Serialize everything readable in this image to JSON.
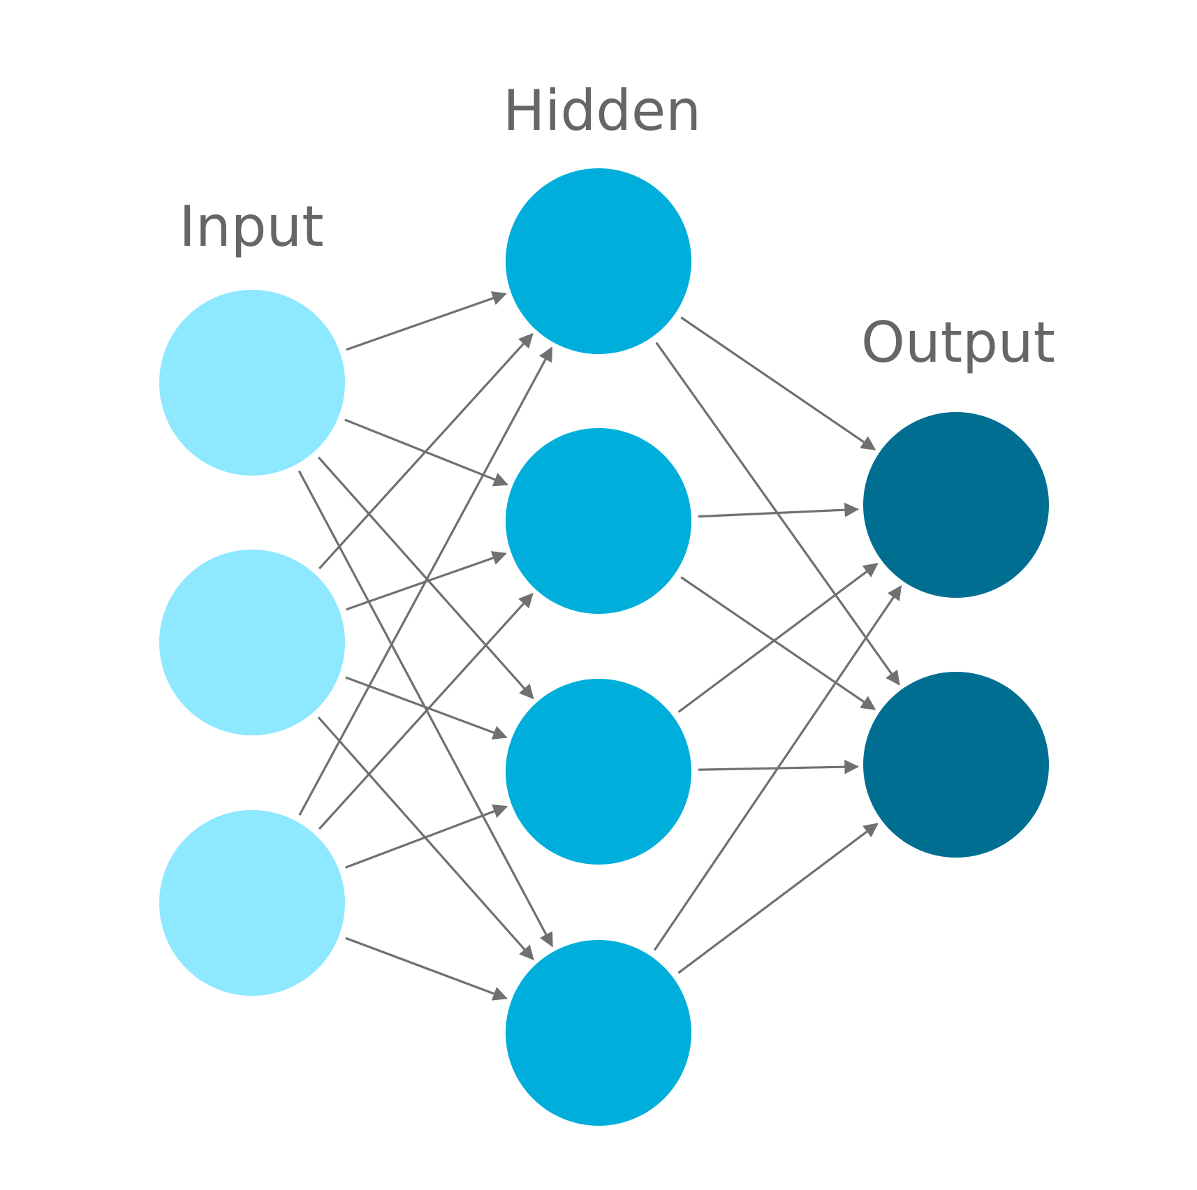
{
  "labels": {
    "input": "Input",
    "hidden": "Hidden",
    "output": "Output"
  },
  "layers": [
    {
      "key": "input",
      "node_count": 3,
      "color": "#8ee8ff"
    },
    {
      "key": "hidden",
      "node_count": 4,
      "color": "#00aedb"
    },
    {
      "key": "output",
      "node_count": 2,
      "color": "#006e91"
    }
  ],
  "edge_color": "#707070",
  "connectivity": "fully-connected, arrows pointing from each layer to the next"
}
